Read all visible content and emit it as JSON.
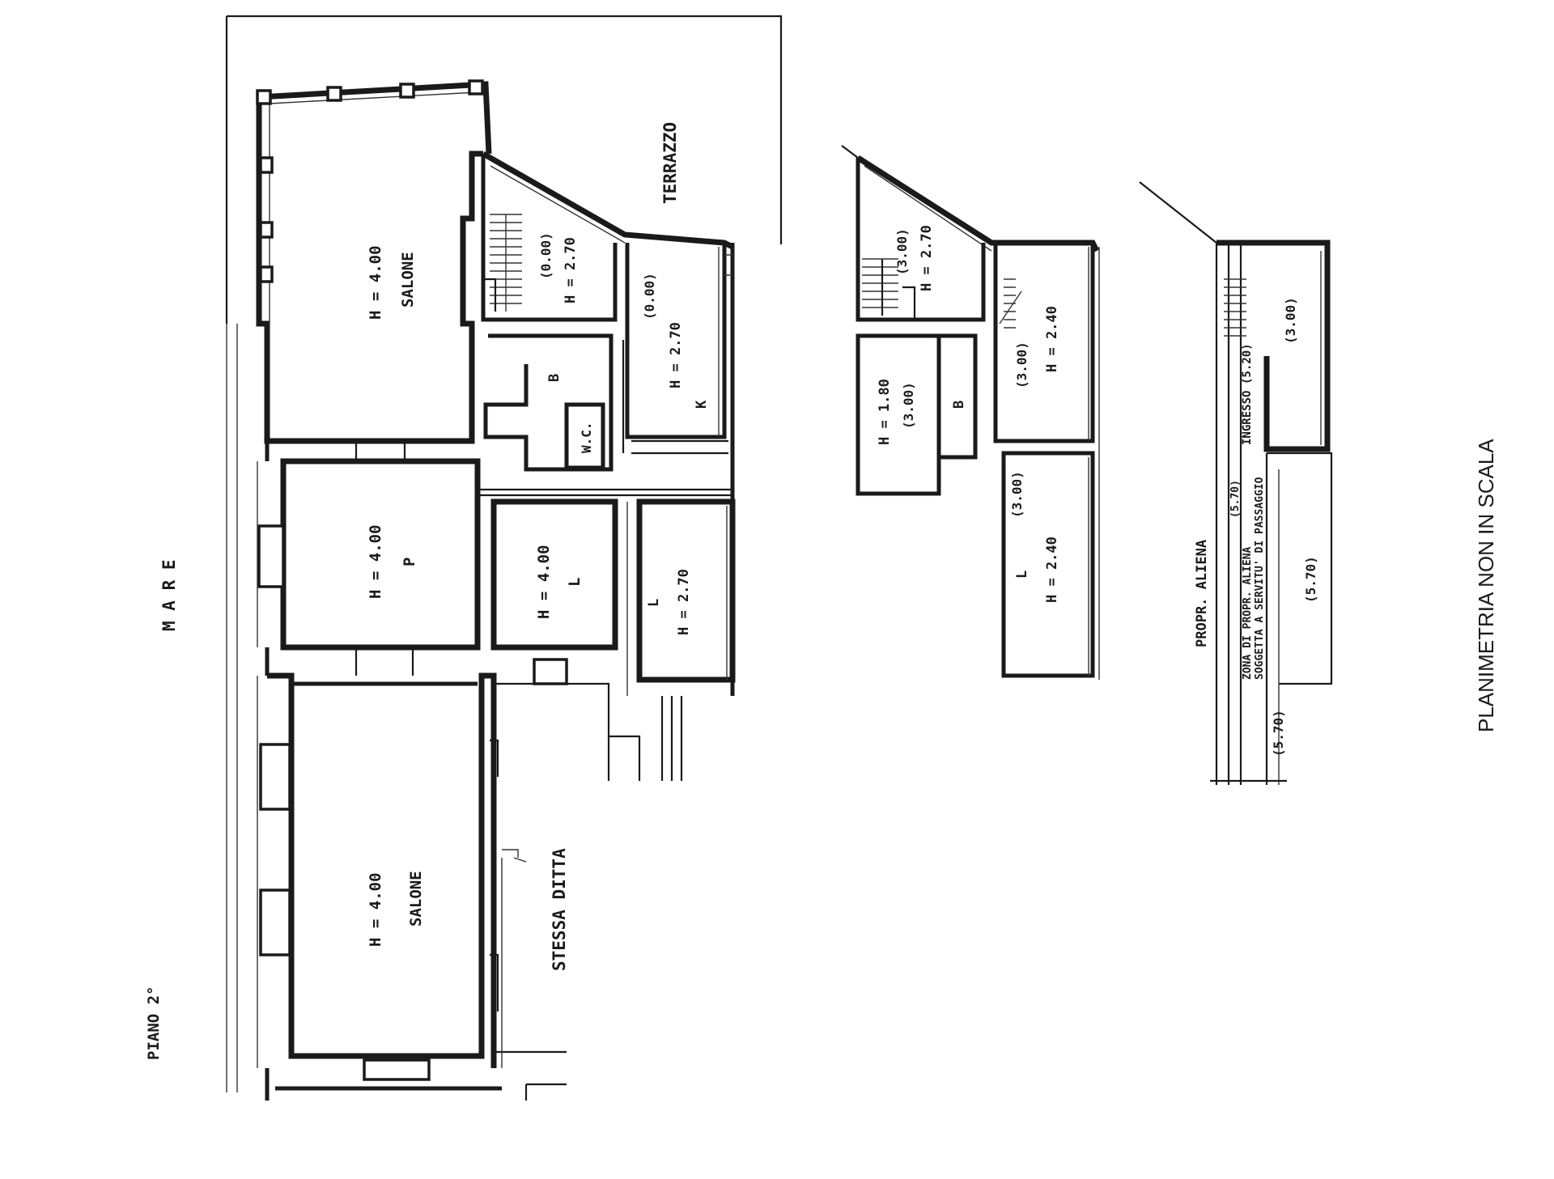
{
  "note": "PLANIMETRIA NON IN SCALA",
  "floor": "PIANO 2°",
  "sea": "M A R E",
  "terrace": "TERRAZZO",
  "same_owner": "STESSA DITTA",
  "rooms": {
    "salone_top": {
      "h": "H = 4.00",
      "name": "SALONE"
    },
    "stair_room": {
      "h0": "(0.00)",
      "h": "H = 2.70"
    },
    "bath": {
      "name": "B"
    },
    "wc": {
      "name": "W.C."
    },
    "kitchen": {
      "h0": "(0.00)",
      "h": "H = 2.70",
      "name": "K"
    },
    "p_room": {
      "h": "H = 4.00",
      "name": "P"
    },
    "l_room_1": {
      "h": "H = 4.00",
      "name": "L"
    },
    "l_room_2": {
      "name": "L",
      "h": "H = 2.70"
    },
    "salone_bottom": {
      "h": "H = 4.00",
      "name": "SALONE"
    }
  },
  "mezzanine": {
    "stair_room": {
      "h0": "(3.00)",
      "h": "H = 2.70"
    },
    "low_room": {
      "h": "H = 1.80",
      "h0": "(3.00)"
    },
    "bath": {
      "name": "B"
    },
    "room_a": {
      "h0": "(3.00)",
      "h": "H = 2.40"
    },
    "room_l": {
      "h0": "(3.00)",
      "name": "L",
      "h": "H = 2.40"
    }
  },
  "upper": {
    "level_top": "(3.00)",
    "entrance": "INGRESSO",
    "entrance_h": "(5.20)",
    "alien": "PROPR. ALIENA",
    "alien_h": "(5.70)",
    "zone_1": "ZONA DI PROPR. ALIENA",
    "zone_2": "SOGGETTA A SERVITU' DI PASSAGGIO",
    "level_mid": "(5.70)",
    "level_bottom": "(5.70)"
  }
}
